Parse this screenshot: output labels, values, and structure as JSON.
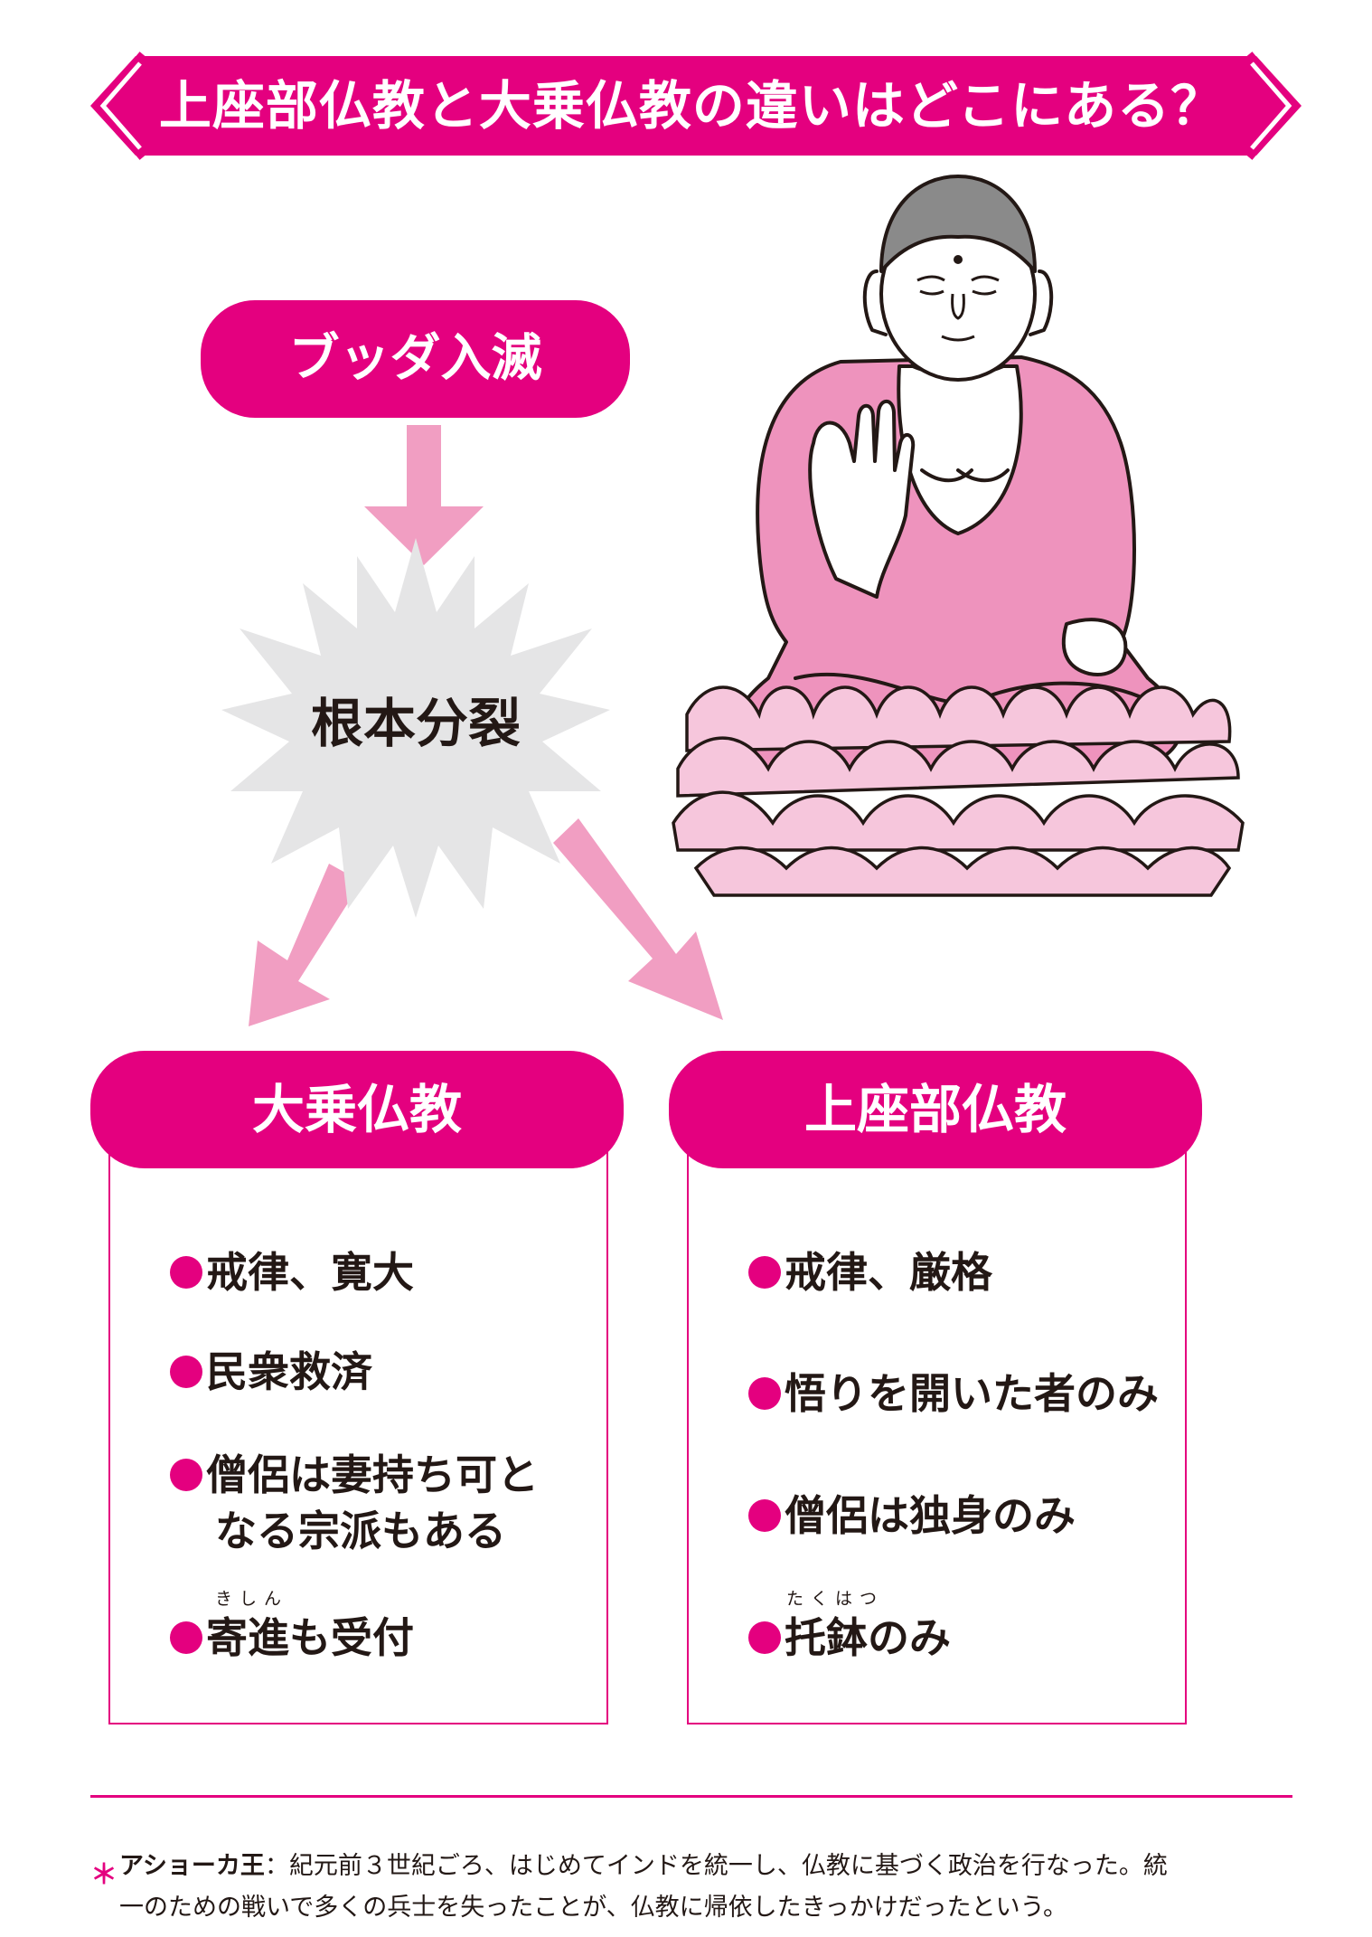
{
  "title": "上座部仏教と大乗仏教の違いはどこにある？",
  "flow": {
    "start": "ブッダ入滅",
    "event": "根本分裂"
  },
  "mahayana": {
    "label": "大乗仏教",
    "items": [
      {
        "text": "戒律、寛大"
      },
      {
        "text": "民衆救済"
      },
      {
        "line1": "僧侶は妻持ち可と",
        "line2": "なる宗派もある"
      },
      {
        "text": "寄進も受付",
        "ruby": "きしん"
      }
    ]
  },
  "theravada": {
    "label": "上座部仏教",
    "items": [
      {
        "text": "戒律、厳格"
      },
      {
        "text": "悟りを開いた者のみ"
      },
      {
        "text": "僧侶は独身のみ"
      },
      {
        "text": "托鉢のみ",
        "ruby": "たくはつ"
      }
    ]
  },
  "footnote": {
    "marker": "＊",
    "term": "アショーカ王",
    "line1_rest": "：紀元前３世紀ごろ、はじめてインドを統一し、仏教に基づく政治を行なった。統",
    "line2": "一のための戦いで多くの兵士を失ったことが、仏教に帰依したきっかけだったという。"
  },
  "colors": {
    "accent": "#e4007f",
    "arrow": "#f19ec2",
    "robe": "#ee93bd",
    "lotus": "#f6c6dc",
    "burst": "#e5e5e6"
  }
}
